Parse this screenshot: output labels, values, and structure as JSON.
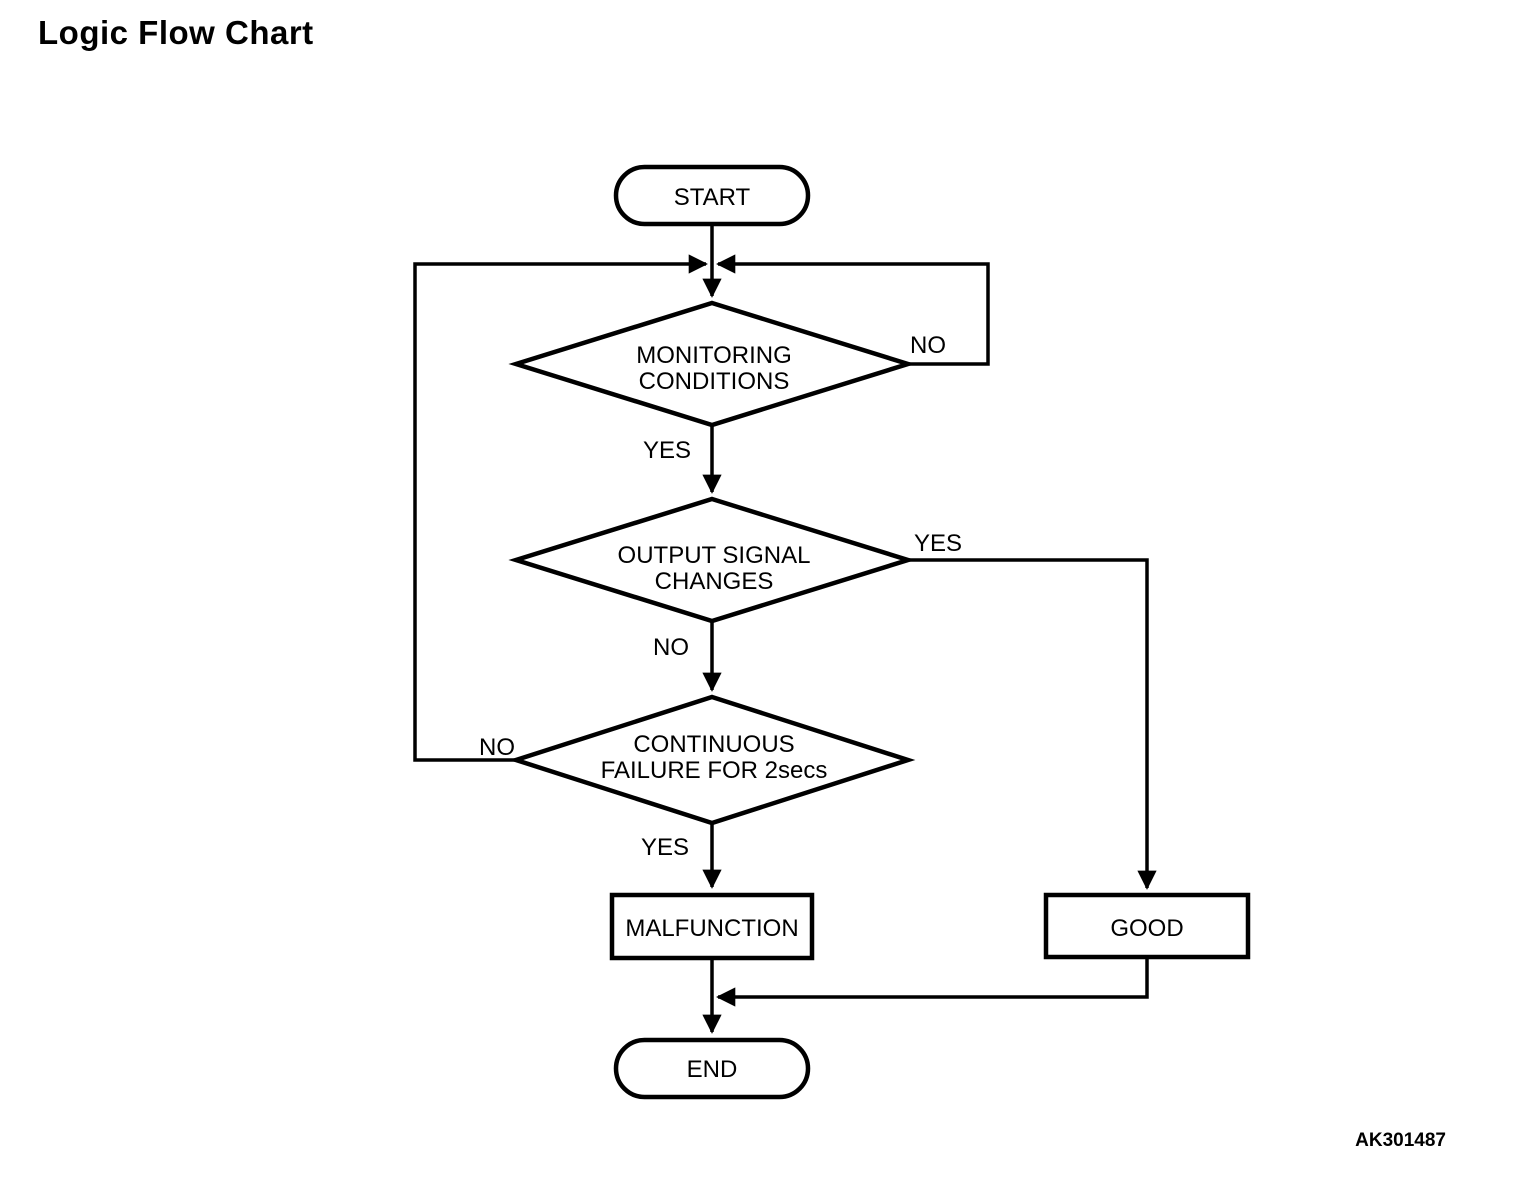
{
  "page": {
    "title": "Logic Flow Chart",
    "figure_code": "AK301487",
    "line_color": "#000000",
    "background_color": "#ffffff"
  },
  "flowchart": {
    "start": {
      "label": "START"
    },
    "end": {
      "label": "END"
    },
    "decisions": {
      "monitoring": {
        "line1": "MONITORING",
        "line2": "CONDITIONS",
        "yes_label": "YES",
        "no_label": "NO"
      },
      "output": {
        "line1": "OUTPUT SIGNAL",
        "line2": "CHANGES",
        "yes_label": "YES",
        "no_label": "NO"
      },
      "continuous": {
        "line1": "CONTINUOUS",
        "line2": "FAILURE FOR 2secs",
        "yes_label": "YES",
        "no_label": "NO"
      }
    },
    "results": {
      "malfunction": {
        "label": "MALFUNCTION"
      },
      "good": {
        "label": "GOOD"
      }
    }
  }
}
